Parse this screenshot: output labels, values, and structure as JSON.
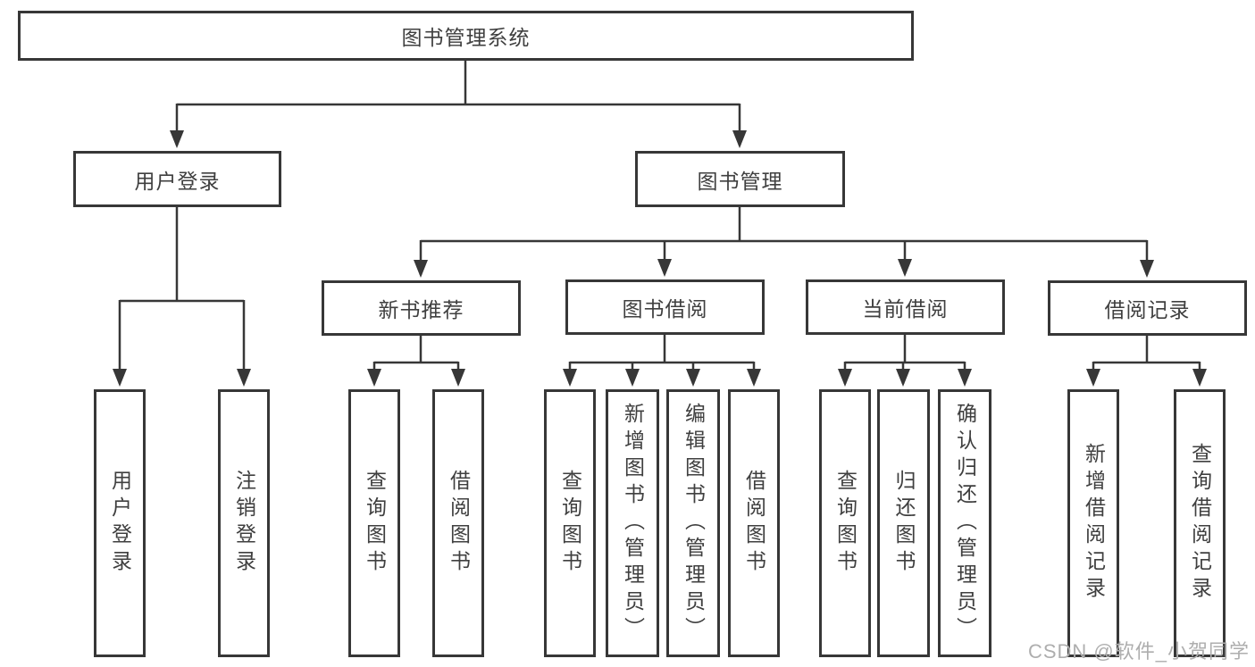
{
  "title": "图书管理系统",
  "nodes": {
    "user": {
      "label": "用户登录",
      "children": [
        "用户登录",
        "注销登录"
      ]
    },
    "book": {
      "label": "图书管理",
      "groups": [
        {
          "label": "新书推荐",
          "children": [
            "查询图书",
            "借阅图书"
          ]
        },
        {
          "label": "图书借阅",
          "children": [
            "查询图书",
            "新增图书（管理员）",
            "编辑图书（管理员）",
            "借阅图书"
          ]
        },
        {
          "label": "当前借阅",
          "children": [
            "查询图书",
            "归还图书",
            "确认归还（管理员）"
          ]
        },
        {
          "label": "借阅记录",
          "children": [
            "新增借阅记录",
            "查询借阅记录"
          ]
        }
      ]
    }
  },
  "watermark": "CSDN @软件_小贺同学",
  "colors": {
    "line": "#373737",
    "text": "#3f3f3f",
    "watermark": "#aeaeae",
    "background": "#ffffff"
  }
}
